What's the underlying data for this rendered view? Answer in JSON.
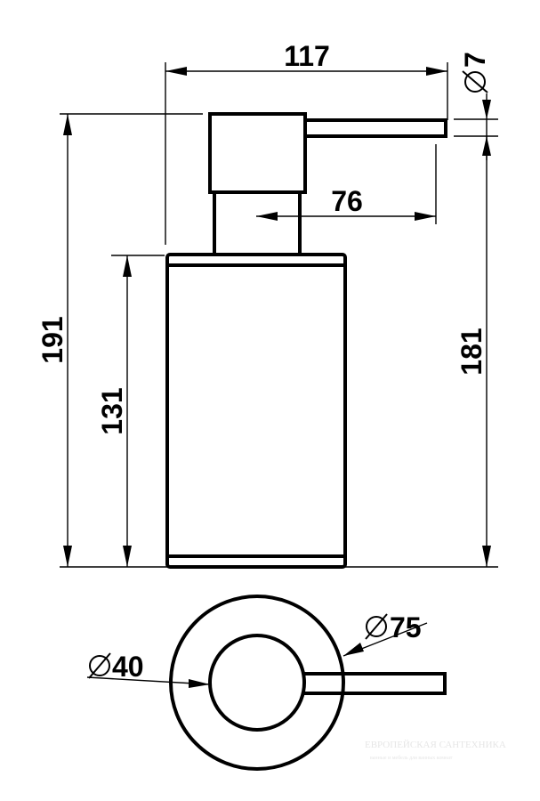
{
  "dimensions": {
    "total_reach": "117",
    "spout_diameter": "7",
    "spout_length": "76",
    "total_height": "191",
    "body_height": "131",
    "height_to_spout": "181",
    "outer_diameter": "75",
    "inner_diameter": "40"
  },
  "watermark": {
    "title": "ЕВРОПЕЙСКАЯ САНТЕХНИКА",
    "subtitle": "ванные и мебель для ванных комнат"
  }
}
